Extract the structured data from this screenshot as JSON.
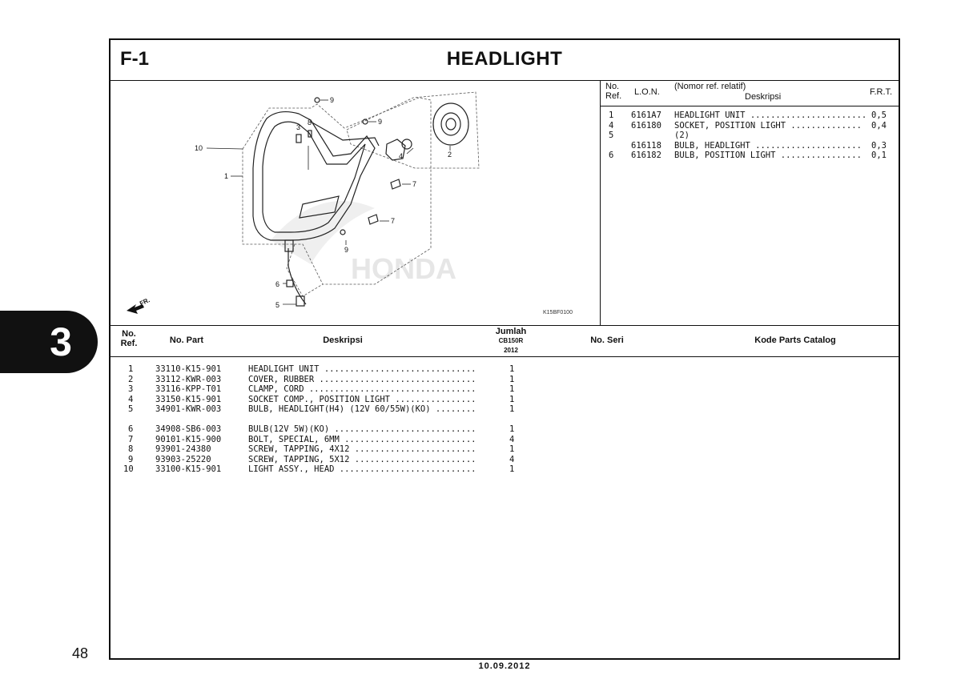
{
  "section": {
    "code": "F-1",
    "title": "HEADLIGHT"
  },
  "chapter_tab": "3",
  "page_number": "48",
  "date": "10.09.2012",
  "diagram": {
    "code": "K15BF0100",
    "front_label": "FR.",
    "watermark": "HONDA",
    "callouts": [
      "1",
      "2",
      "3",
      "4",
      "5",
      "6",
      "7",
      "7",
      "8",
      "9",
      "9",
      "9",
      "10"
    ]
  },
  "ref_table": {
    "headers": {
      "no_ref": "No.\nRef.",
      "lon": "L.O.N.",
      "nomor": "(Nomor ref. relatif)",
      "desc": "Deskripsi",
      "frt": "F.R.T."
    },
    "rows": [
      {
        "ref": "1",
        "lon": "6161A7",
        "desc": "HEADLIGHT UNIT .......................",
        "frt": "0,5"
      },
      {
        "ref": "4",
        "lon": "616180",
        "desc": "SOCKET, POSITION LIGHT ..............",
        "frt": "0,4"
      },
      {
        "ref": "5",
        "lon": "",
        "desc": "(2)",
        "frt": ""
      },
      {
        "ref": "",
        "lon": "616118",
        "desc": "BULB, HEADLIGHT .....................",
        "frt": "0,3"
      },
      {
        "ref": "6",
        "lon": "616182",
        "desc": "BULB, POSITION LIGHT ................",
        "frt": "0,1"
      }
    ]
  },
  "parts_table": {
    "headers": {
      "no_ref": "No.\nRef.",
      "no_part": "No. Part",
      "desc": "Deskripsi",
      "jumlah": "Jumlah",
      "model": "CB150R",
      "year": "2012",
      "no_seri": "No. Seri",
      "kode": "Kode Parts Catalog"
    },
    "groups": [
      [
        {
          "ref": "1",
          "part": "33110-K15-901",
          "desc": "HEADLIGHT UNIT ..............................",
          "qty": "1"
        },
        {
          "ref": "2",
          "part": "33112-KWR-003",
          "desc": "COVER, RUBBER ...............................",
          "qty": "1"
        },
        {
          "ref": "3",
          "part": "33116-KPP-T01",
          "desc": "CLAMP, CORD .................................",
          "qty": "1"
        },
        {
          "ref": "4",
          "part": "33150-K15-901",
          "desc": "SOCKET COMP., POSITION LIGHT ................",
          "qty": "1"
        },
        {
          "ref": "5",
          "part": "34901-KWR-003",
          "desc": "BULB, HEADLIGHT(H4) (12V 60/55W)(KO) ........",
          "qty": "1"
        }
      ],
      [
        {
          "ref": "6",
          "part": "34908-SB6-003",
          "desc": "BULB(12V 5W)(KO) ............................",
          "qty": "1"
        },
        {
          "ref": "7",
          "part": "90101-K15-900",
          "desc": "BOLT, SPECIAL, 6MM ..........................",
          "qty": "4"
        },
        {
          "ref": "8",
          "part": "93901-24380",
          "desc": "SCREW, TAPPING, 4X12 ........................",
          "qty": "1"
        },
        {
          "ref": "9",
          "part": "93903-25220",
          "desc": "SCREW, TAPPING, 5X12 ........................",
          "qty": "4"
        },
        {
          "ref": "10",
          "part": "33100-K15-901",
          "desc": "LIGHT ASSY., HEAD ...........................",
          "qty": "1"
        }
      ]
    ]
  }
}
